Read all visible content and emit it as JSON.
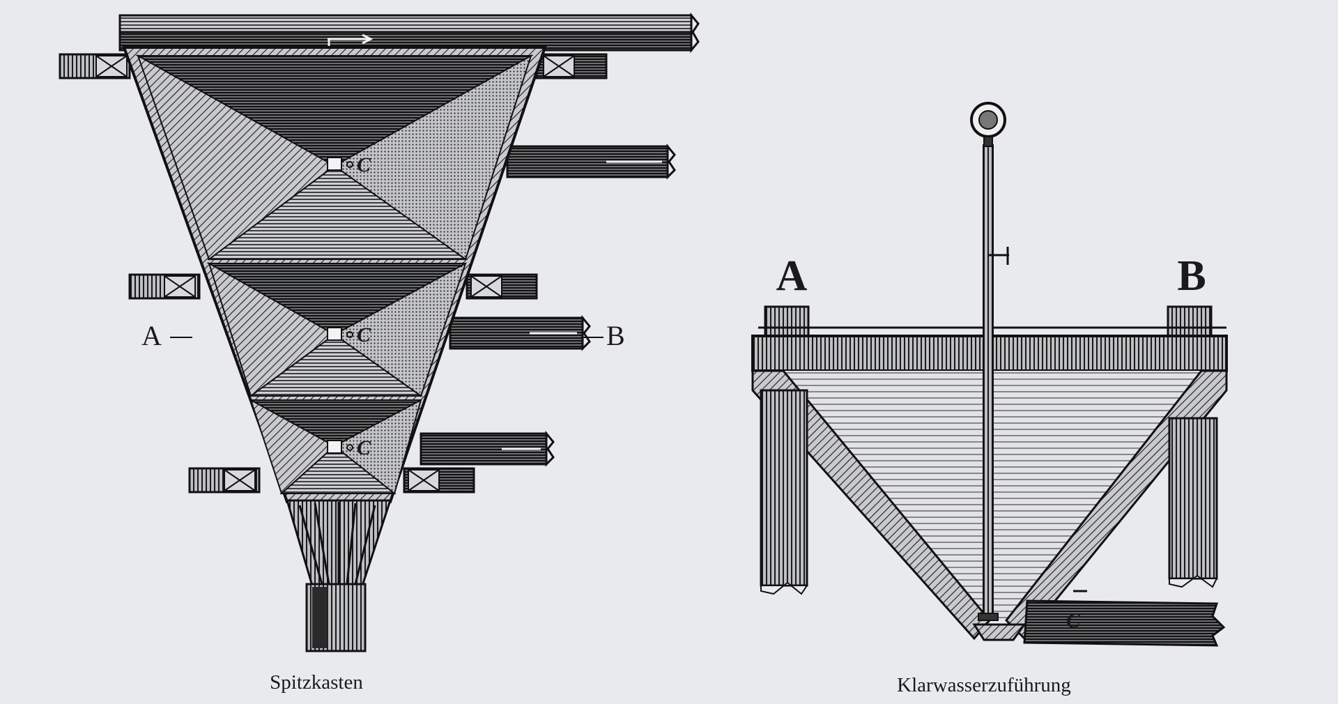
{
  "figure_left": {
    "caption": "Spitzkasten",
    "label_a": "A",
    "label_b": "B",
    "label_c": "C"
  },
  "figure_right": {
    "caption": "Klarwasserzuführung",
    "label_a": "A",
    "label_b": "B",
    "label_c": "C"
  },
  "colors": {
    "background": "#e9eaee",
    "ink": "#1a1a1a"
  }
}
